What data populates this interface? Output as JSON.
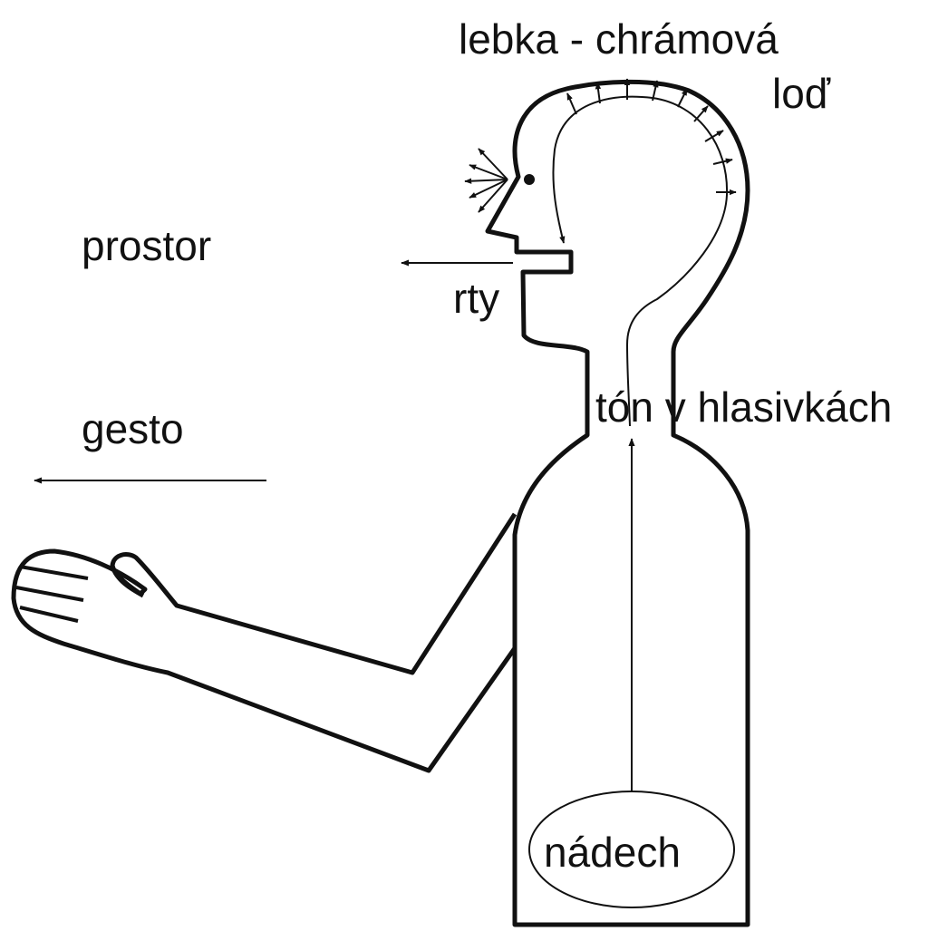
{
  "labels": {
    "skull_line1": "lebka - chrámová",
    "skull_line2": "loď",
    "space": "prostor",
    "lips": "rty",
    "gesture": "gesto",
    "tone": "tón v hlasivkách",
    "breath": "nádech"
  },
  "colors": {
    "stroke": "#111111",
    "background": "#ffffff"
  }
}
